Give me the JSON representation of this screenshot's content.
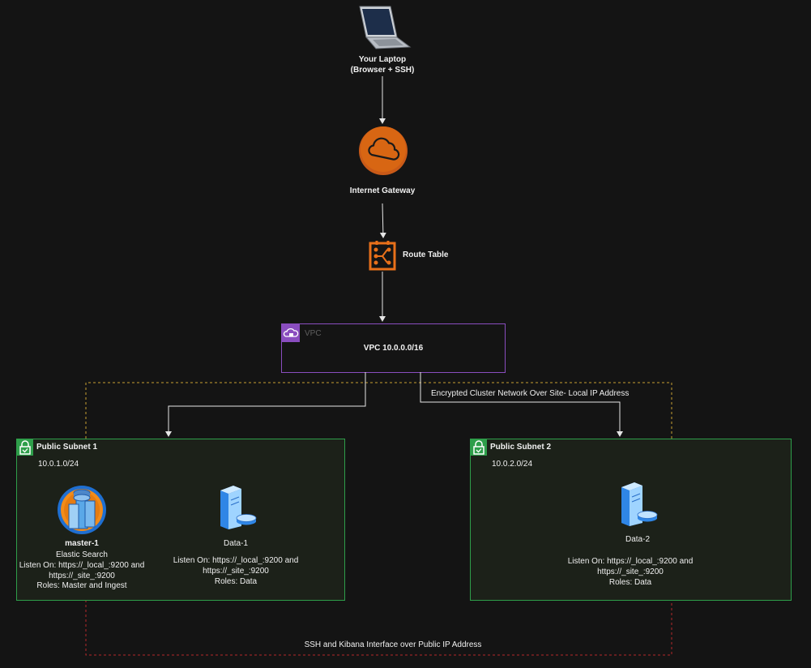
{
  "laptop": {
    "line1": "Your Laptop",
    "line2": "(Browser + SSH)",
    "icon": "laptop-icon"
  },
  "gateway": {
    "label": "Internet Gateway",
    "icon": "cloud-icon",
    "color": "#d86613"
  },
  "route_table": {
    "label": "Route Table",
    "icon": "route-table-icon",
    "color": "#e8701a"
  },
  "vpc": {
    "tag": "VPC",
    "cidr_label": "VPC 10.0.0.0/16",
    "border_color": "#8a4dbf"
  },
  "links": {
    "cluster_network": "Encrypted Cluster Network Over Site- Local IP Address",
    "public_access": "SSH and Kibana Interface over Public IP Address"
  },
  "subnet1": {
    "title": "Public Subnet 1",
    "cidr": "10.0.1.0/24",
    "master": {
      "name": "master-1",
      "line1": "Elastic Search",
      "line2": "Listen On: https://_local_:9200 and",
      "line3": "https://_site_:9200",
      "line4": "Roles: Master and Ingest"
    },
    "data": {
      "name": "Data-1",
      "line1": "Listen On: https://_local_:9200 and",
      "line2": "https://_site_:9200",
      "line3": "Roles: Data"
    }
  },
  "subnet2": {
    "title": "Public Subnet 2",
    "cidr": "10.0.2.0/24",
    "data": {
      "name": "Data-2",
      "line1": "Listen On: https://_local_:9200 and",
      "line2": "https://_site_:9200",
      "line3": "Roles: Data"
    }
  },
  "colors": {
    "subnet_border": "#2e9e4a",
    "cluster_dash": "#c8a032",
    "public_dash": "#b5282a"
  }
}
